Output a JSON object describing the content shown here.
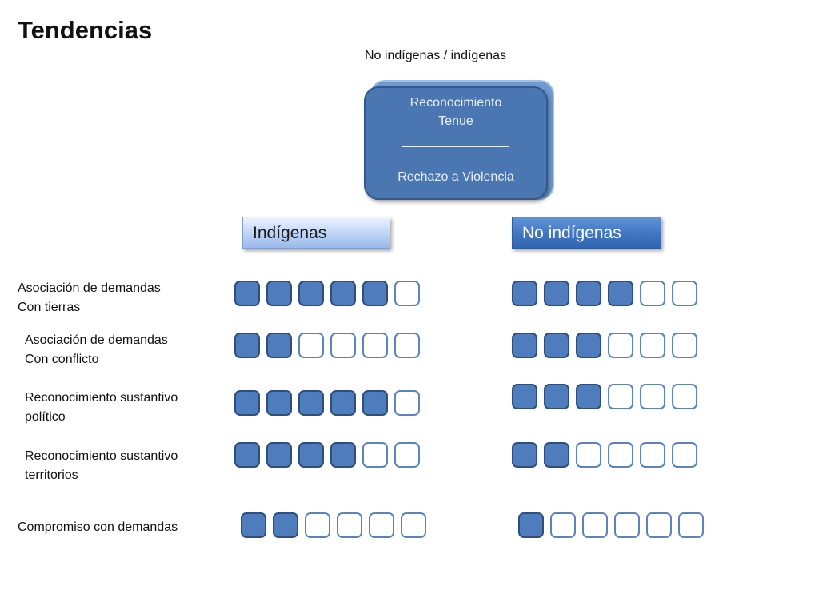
{
  "title": "Tendencias",
  "subtitle": "No indígenas / indígenas",
  "center_box": {
    "line1": "Reconocimiento",
    "line2": "Tenue",
    "separator": "_______________",
    "line4": "Rechazo a Violencia"
  },
  "groups": {
    "indigenas": "Indígenas",
    "no_indigenas": "No indígenas"
  },
  "rows": [
    {
      "label_line1": "Asociación de demandas",
      "label_line2": "Con tierras",
      "indigenas_filled": 5,
      "no_indigenas_filled": 4,
      "total": 6
    },
    {
      "label_line1": "Asociación de demandas",
      "label_line2": "Con conflicto",
      "indigenas_filled": 2,
      "no_indigenas_filled": 3,
      "total": 6
    },
    {
      "label_line1": "Reconocimiento sustantivo",
      "label_line2": "político",
      "indigenas_filled": 5,
      "no_indigenas_filled": 3,
      "total": 6
    },
    {
      "label_line1": "Reconocimiento sustantivo",
      "label_line2": "territorios",
      "indigenas_filled": 4,
      "no_indigenas_filled": 2,
      "total": 6
    },
    {
      "label_line1": "Compromiso con demandas",
      "label_line2": "",
      "indigenas_filled": 2,
      "no_indigenas_filled": 1,
      "total": 6
    }
  ],
  "colors": {
    "filled": "#4f7cbd",
    "empty_border": "#5a84bd",
    "box": "#4a76b2"
  }
}
